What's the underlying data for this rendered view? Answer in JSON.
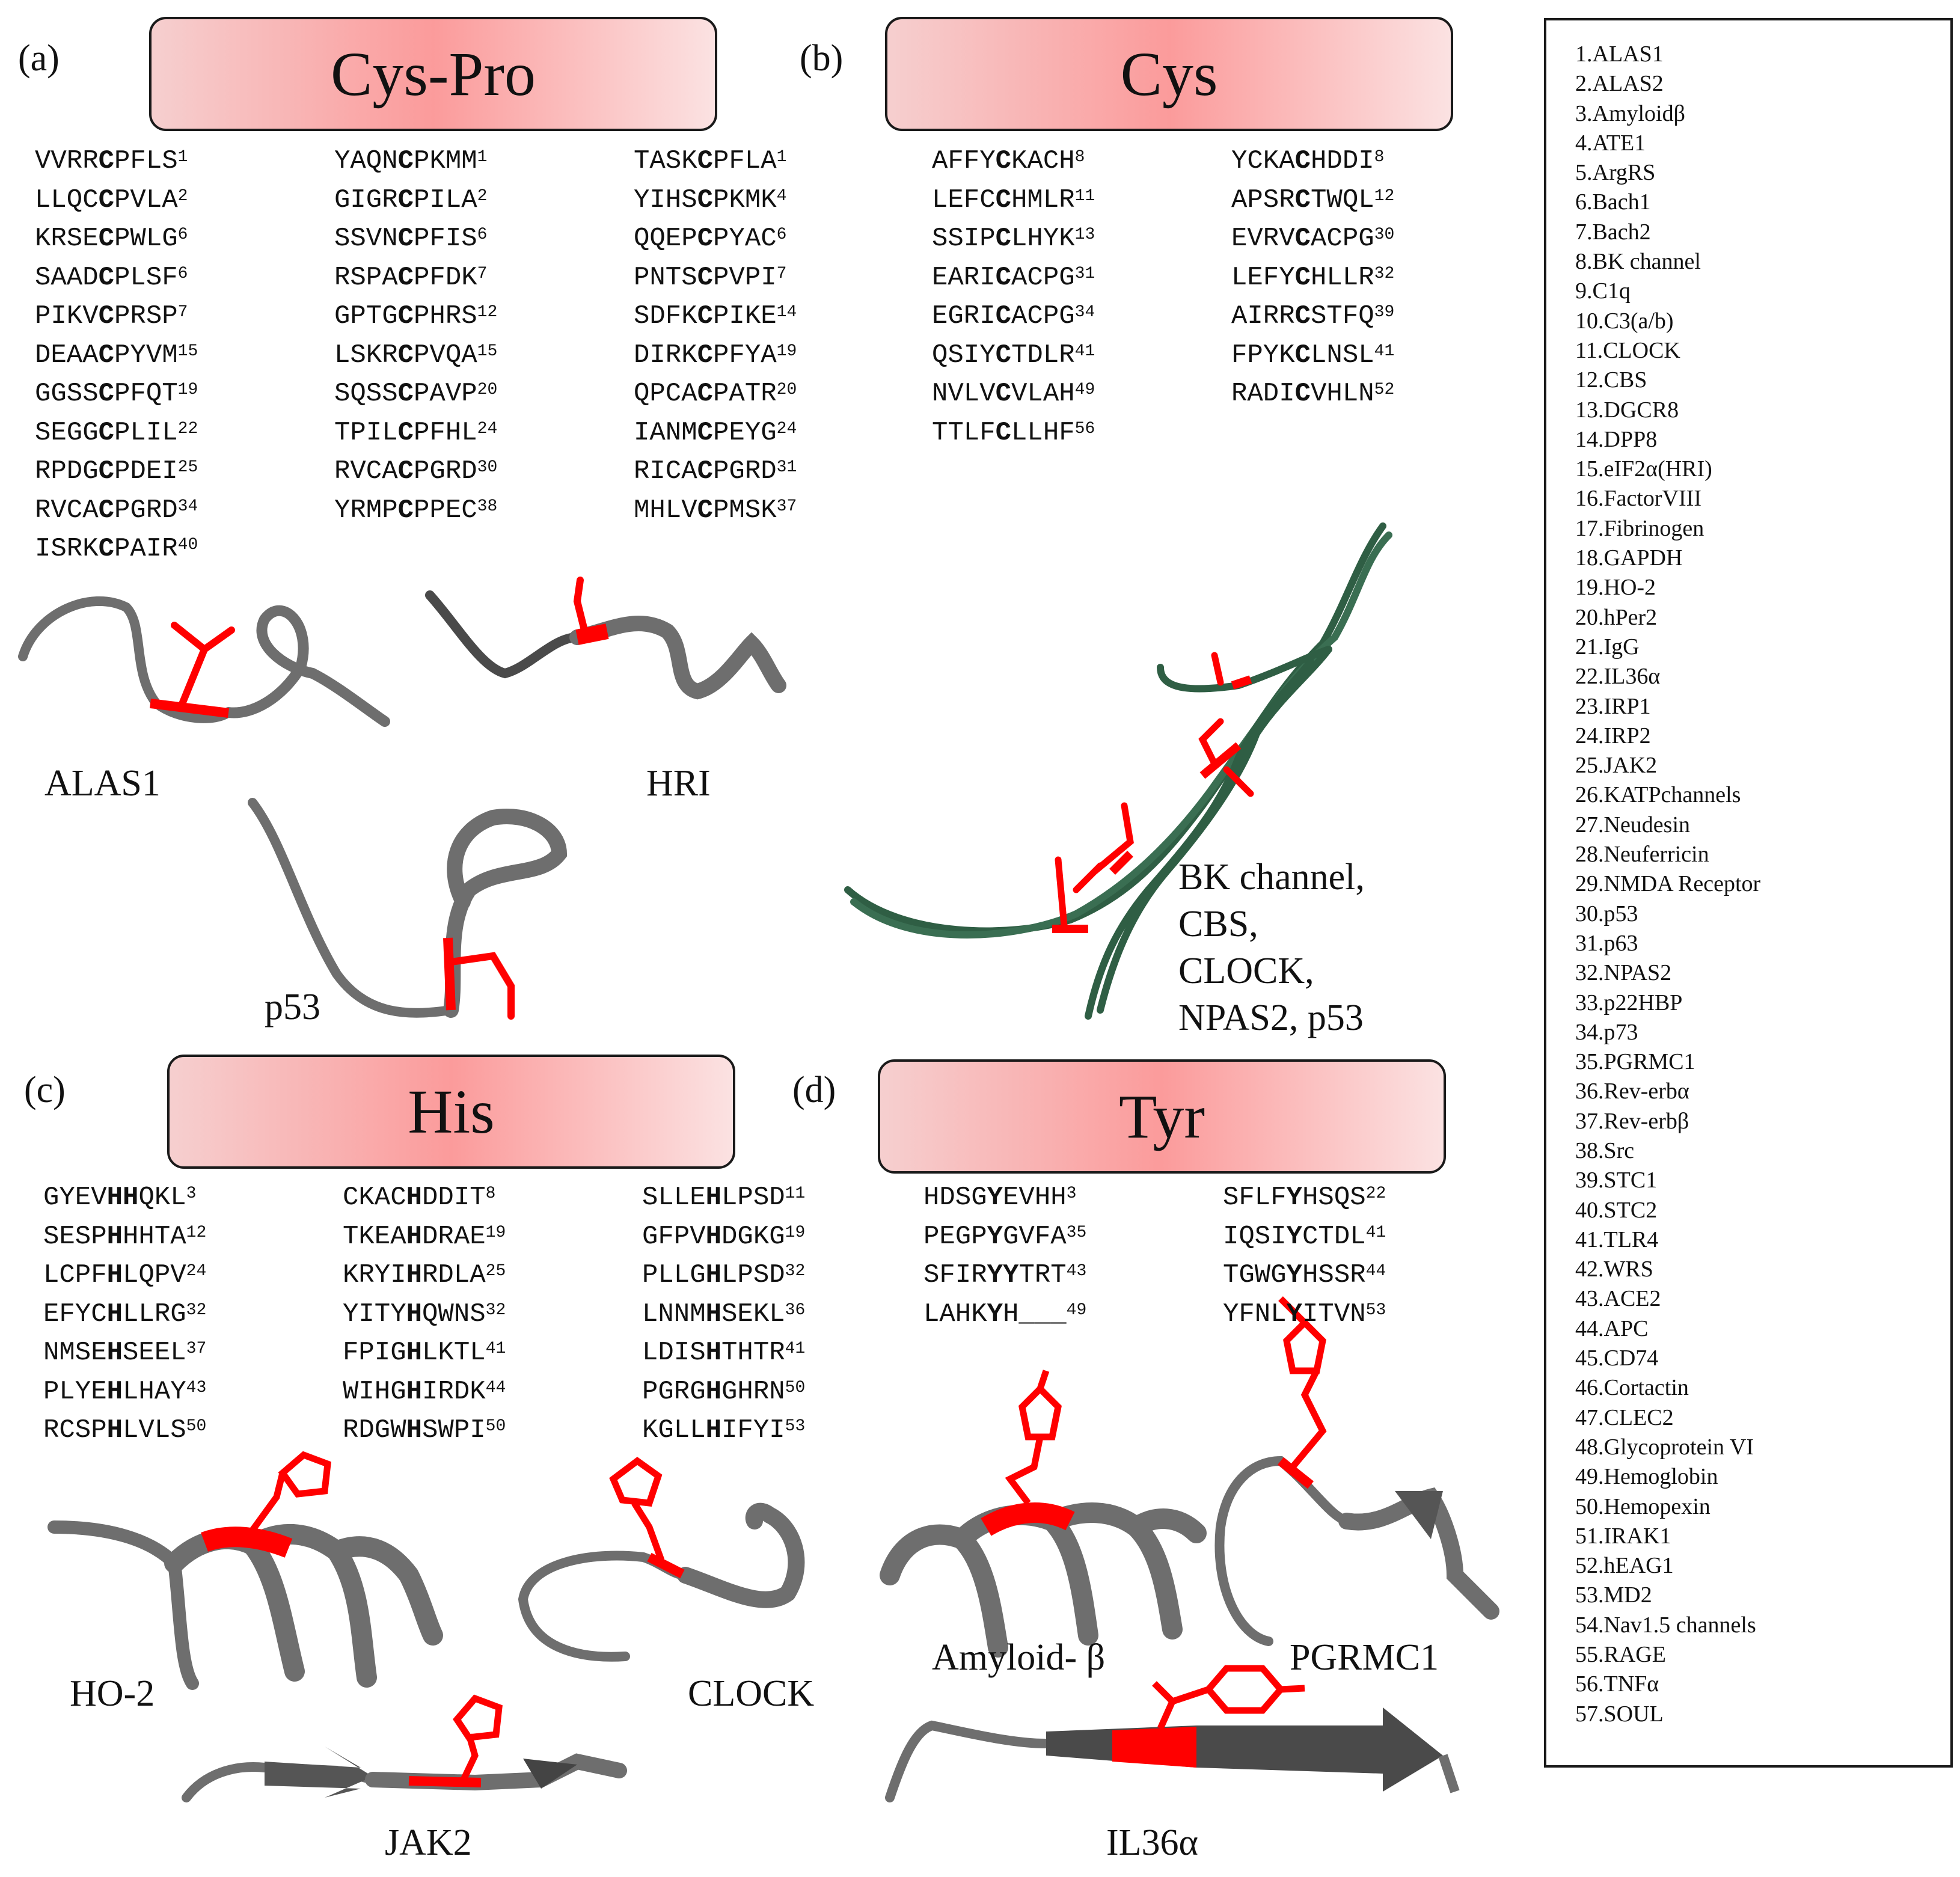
{
  "panels": {
    "a": {
      "label": "(a)",
      "title": "Cys-Pro",
      "columns": [
        [
          {
            "pre": "VVRR",
            "bold": "C",
            "post": "PFLS",
            "ref": "1"
          },
          {
            "pre": "LLQC",
            "bold": "C",
            "post": "PVLA",
            "ref": "2"
          },
          {
            "pre": "KRSE",
            "bold": "C",
            "post": "PWLG",
            "ref": "6"
          },
          {
            "pre": "SAAD",
            "bold": "C",
            "post": "PLSF",
            "ref": "6"
          },
          {
            "pre": "PIKV",
            "bold": "C",
            "post": "PRSP",
            "ref": "7"
          },
          {
            "pre": "DEAA",
            "bold": "C",
            "post": "PYVM",
            "ref": "15"
          },
          {
            "pre": "GGSS",
            "bold": "C",
            "post": "PFQT",
            "ref": "19"
          },
          {
            "pre": "SEGG",
            "bold": "C",
            "post": "PLIL",
            "ref": "22"
          },
          {
            "pre": "RPDG",
            "bold": "C",
            "post": "PDEI",
            "ref": "25"
          },
          {
            "pre": "RVCA",
            "bold": "C",
            "post": "PGRD",
            "ref": "34"
          },
          {
            "pre": "ISRK",
            "bold": "C",
            "post": "PAIR",
            "ref": "40"
          }
        ],
        [
          {
            "pre": "YAQN",
            "bold": "C",
            "post": "PKMM",
            "ref": "1"
          },
          {
            "pre": "GIGR",
            "bold": "C",
            "post": "PILA",
            "ref": "2"
          },
          {
            "pre": "SSVN",
            "bold": "C",
            "post": "PFIS",
            "ref": "6"
          },
          {
            "pre": "RSPA",
            "bold": "C",
            "post": "PFDK",
            "ref": "7"
          },
          {
            "pre": "GPTG",
            "bold": "C",
            "post": "PHRS",
            "ref": "12"
          },
          {
            "pre": "LSKR",
            "bold": "C",
            "post": "PVQA",
            "ref": "15"
          },
          {
            "pre": "SQSS",
            "bold": "C",
            "post": "PAVP",
            "ref": "20"
          },
          {
            "pre": "TPIL",
            "bold": "C",
            "post": "PFHL",
            "ref": "24"
          },
          {
            "pre": "RVCA",
            "bold": "C",
            "post": "PGRD",
            "ref": "30"
          },
          {
            "pre": "YRMP",
            "bold": "C",
            "post": "PPEC",
            "ref": "38"
          }
        ],
        [
          {
            "pre": "TASK",
            "bold": "C",
            "post": "PFLA",
            "ref": "1"
          },
          {
            "pre": "YIHS",
            "bold": "C",
            "post": "PKMK",
            "ref": "4"
          },
          {
            "pre": "QQEP",
            "bold": "C",
            "post": "PYAC",
            "ref": "6"
          },
          {
            "pre": "PNTS",
            "bold": "C",
            "post": "PVPI",
            "ref": "7"
          },
          {
            "pre": "SDFK",
            "bold": "C",
            "post": "PIKE",
            "ref": "14"
          },
          {
            "pre": "DIRK",
            "bold": "C",
            "post": "PFYA",
            "ref": "19"
          },
          {
            "pre": "QPCA",
            "bold": "C",
            "post": "PATR",
            "ref": "20"
          },
          {
            "pre": "IANM",
            "bold": "C",
            "post": "PEYG",
            "ref": "24"
          },
          {
            "pre": "RICA",
            "bold": "C",
            "post": "PGRD",
            "ref": "31"
          },
          {
            "pre": "MHLV",
            "bold": "C",
            "post": "PMSK",
            "ref": "37"
          }
        ]
      ],
      "structures": [
        "ALAS1",
        "HRI",
        "p53"
      ]
    },
    "b": {
      "label": "(b)",
      "title": "Cys",
      "columns": [
        [
          {
            "pre": "AFFY",
            "bold": "C",
            "post": "KACH",
            "ref": "8"
          },
          {
            "pre": "LEFC",
            "bold": "C",
            "post": "HMLR",
            "ref": "11"
          },
          {
            "pre": "SSIP",
            "bold": "C",
            "post": "LHYK",
            "ref": "13"
          },
          {
            "pre": "EARI",
            "bold": "C",
            "post": "ACPG",
            "ref": "31"
          },
          {
            "pre": "EGRI",
            "bold": "C",
            "post": "ACPG",
            "ref": "34"
          },
          {
            "pre": "QSIY",
            "bold": "C",
            "post": "TDLR",
            "ref": "41"
          },
          {
            "pre": "NVLV",
            "bold": "C",
            "post": "VLAH",
            "ref": "49"
          },
          {
            "pre": "TTLF",
            "bold": "C",
            "post": "LLHF",
            "ref": "56"
          }
        ],
        [
          {
            "pre": "YCKA",
            "bold": "C",
            "post": "HDDI",
            "ref": "8"
          },
          {
            "pre": "APSR",
            "bold": "C",
            "post": "TWQL",
            "ref": "12"
          },
          {
            "pre": "EVRV",
            "bold": "C",
            "post": "ACPG",
            "ref": "30"
          },
          {
            "pre": "LEFY",
            "bold": "C",
            "post": "HLLR",
            "ref": "32"
          },
          {
            "pre": "AIRR",
            "bold": "C",
            "post": "STFQ",
            "ref": "39"
          },
          {
            "pre": "FPYK",
            "bold": "C",
            "post": "LNSL",
            "ref": "41"
          },
          {
            "pre": "RADI",
            "bold": "C",
            "post": "VHLN",
            "ref": "52"
          }
        ]
      ],
      "structure_caption": [
        "BK channel,",
        "CBS,",
        "CLOCK,",
        "NPAS2, p53"
      ]
    },
    "c": {
      "label": "(c)",
      "title": "His",
      "columns": [
        [
          {
            "pre": "GYEV",
            "bold": "HH",
            "post": "QKL",
            "ref": "3"
          },
          {
            "pre": "SESP",
            "bold": "H",
            "post": "HHTA",
            "ref": "12"
          },
          {
            "pre": "LCPF",
            "bold": "H",
            "post": "LQPV",
            "ref": "24"
          },
          {
            "pre": "EFYC",
            "bold": "H",
            "post": "LLRG",
            "ref": "32"
          },
          {
            "pre": "NMSE",
            "bold": "H",
            "post": "SEEL",
            "ref": "37"
          },
          {
            "pre": "PLYE",
            "bold": "H",
            "post": "LHAY",
            "ref": "43"
          },
          {
            "pre": "RCSP",
            "bold": "H",
            "post": "LVLS",
            "ref": "50"
          }
        ],
        [
          {
            "pre": "CKAC",
            "bold": "H",
            "post": "DDIT",
            "ref": "8"
          },
          {
            "pre": "TKEA",
            "bold": "H",
            "post": "DRAE",
            "ref": "19"
          },
          {
            "pre": "KRYI",
            "bold": "H",
            "post": "RDLA",
            "ref": "25"
          },
          {
            "pre": "YITY",
            "bold": "H",
            "post": "QWNS",
            "ref": "32"
          },
          {
            "pre": "FPIG",
            "bold": "H",
            "post": "LKTL",
            "ref": "41"
          },
          {
            "pre": "WIHG",
            "bold": "H",
            "post": "IRDK",
            "ref": "44"
          },
          {
            "pre": "RDGW",
            "bold": "H",
            "post": "SWPI",
            "ref": "50"
          }
        ],
        [
          {
            "pre": "SLLE",
            "bold": "H",
            "post": "LPSD",
            "ref": "11"
          },
          {
            "pre": "GFPV",
            "bold": "H",
            "post": "DGKG",
            "ref": "19"
          },
          {
            "pre": "PLLG",
            "bold": "H",
            "post": "LPSD",
            "ref": "32"
          },
          {
            "pre": "LNNM",
            "bold": "H",
            "post": "SEKL",
            "ref": "36"
          },
          {
            "pre": "LDIS",
            "bold": "H",
            "post": "THTR",
            "ref": "41"
          },
          {
            "pre": "PGRG",
            "bold": "H",
            "post": "GHRN",
            "ref": "50"
          },
          {
            "pre": "KGLL",
            "bold": "H",
            "post": "IFYI",
            "ref": "53"
          }
        ]
      ],
      "structures": [
        "HO-2",
        "CLOCK",
        "JAK2"
      ]
    },
    "d": {
      "label": "(d)",
      "title": "Tyr",
      "columns": [
        [
          {
            "pre": "HDSG",
            "bold": "Y",
            "post": "EVHH",
            "ref": "3"
          },
          {
            "pre": "PEGP",
            "bold": "Y",
            "post": "GVFA",
            "ref": "35"
          },
          {
            "pre": "SFIR",
            "bold": "YY",
            "post": "TRT",
            "ref": "43"
          },
          {
            "pre": "LAHK",
            "bold": "Y",
            "post": "H___",
            "ref": "49"
          }
        ],
        [
          {
            "pre": "SFLF",
            "bold": "Y",
            "post": "HSQS",
            "ref": "22"
          },
          {
            "pre": "IQSI",
            "bold": "Y",
            "post": "CTDL",
            "ref": "41"
          },
          {
            "pre": "TGWG",
            "bold": "Y",
            "post": "HSSR",
            "ref": "44"
          },
          {
            "pre": "YFNL",
            "bold": "Y",
            "post": "ITVN",
            "ref": "53"
          }
        ]
      ],
      "structures": [
        "Amyloid- β",
        "PGRMC1",
        "IL36α"
      ]
    }
  },
  "legend": [
    "1.ALAS1",
    "2.ALAS2",
    "3.Amyloidβ",
    "4.ATE1",
    "5.ArgRS",
    "6.Bach1",
    "7.Bach2",
    "8.BK channel",
    "9.C1q",
    "10.C3(a/b)",
    "11.CLOCK",
    "12.CBS",
    "13.DGCR8",
    "14.DPP8",
    "15.eIF2α(HRI)",
    "16.FactorVIII",
    "17.Fibrinogen",
    "18.GAPDH",
    "19.HO-2",
    "20.hPer2",
    "21.IgG",
    "22.IL36α",
    "23.IRP1",
    "24.IRP2",
    "25.JAK2",
    "26.KATPchannels",
    "27.Neudesin",
    "28.Neuferricin",
    "29.NMDA Receptor",
    "30.p53",
    "31.p63",
    "32.NPAS2",
    "33.p22HBP",
    "34.p73",
    "35.PGRMC1",
    "36.Rev-erbα",
    "37.Rev-erbβ",
    "38.Src",
    "39.STC1",
    "40.STC2",
    "41.TLR4",
    "42.WRS",
    "43.ACE2",
    "44.APC",
    "45.CD74",
    "46.Cortactin",
    "47.CLEC2",
    "48.Glycoprotein VI",
    "49.Hemoglobin",
    "50.Hemopexin",
    "51.IRAK1",
    "52.hEAG1",
    "53.MD2",
    "54.Nav1.5 channels",
    "55.RAGE",
    "56.TNFα",
    "57.SOUL"
  ],
  "colors": {
    "highlight": "#ff0000",
    "ribbon": "#6e6e6e",
    "ribbon_green": "#2f5e44",
    "header_mid": "#fb9b9b"
  }
}
